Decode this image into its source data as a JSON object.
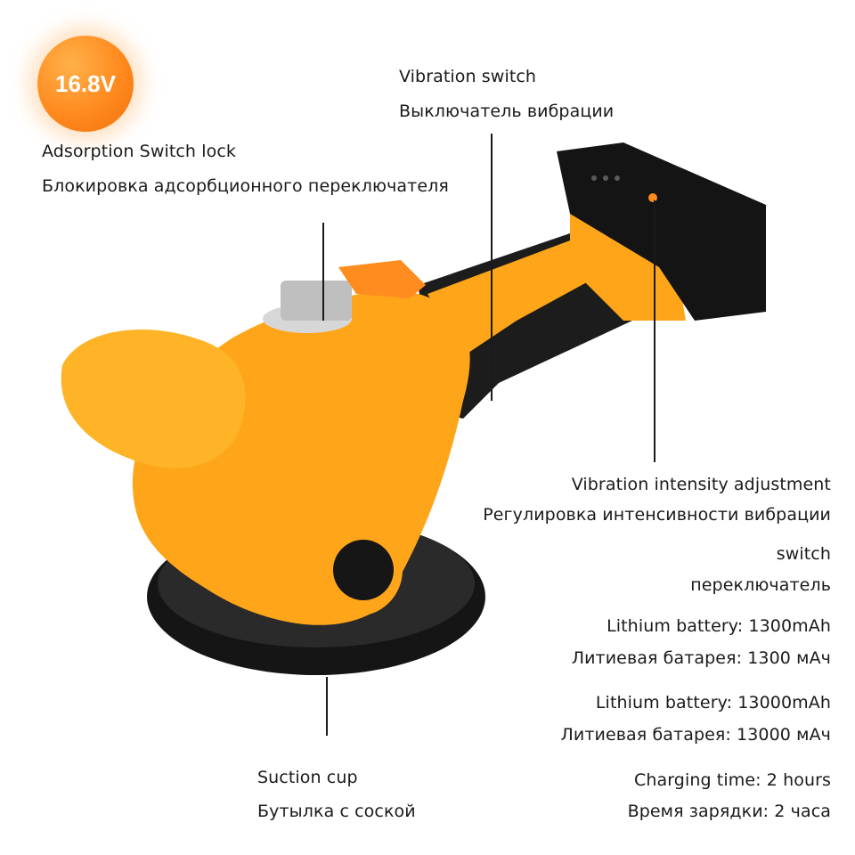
{
  "badge": {
    "voltage": "16.8V",
    "color": "#ff8a1e"
  },
  "labels": {
    "adsorption_en": "Adsorption Switch lock",
    "adsorption_ru": "Блокировка адсорбционного переключателя",
    "vibration_en": "Vibration switch",
    "vibration_ru": "Выключатель вибрации",
    "intensity_en": "Vibration intensity adjustment",
    "intensity_ru": "Регулировка интенсивности вибрации",
    "switch_en": "switch",
    "switch_ru": "переключатель",
    "battery1_en": "Lithium battery: 1300mAh",
    "battery1_ru": "Литиевая батарея: 1300 мАч",
    "battery2_en": "Lithium battery: 13000mAh",
    "battery2_ru": "Литиевая батарея: 13000 мАч",
    "suction_en": "Suction cup",
    "suction_ru": "Бутылка с соской",
    "charging_en": "Charging time: 2 hours",
    "charging_ru": "Время зарядки: 2 часа"
  },
  "colors": {
    "tool_body": "#ffa51a",
    "tool_dark": "#1c1c1c",
    "accent": "#ff8a1e"
  }
}
